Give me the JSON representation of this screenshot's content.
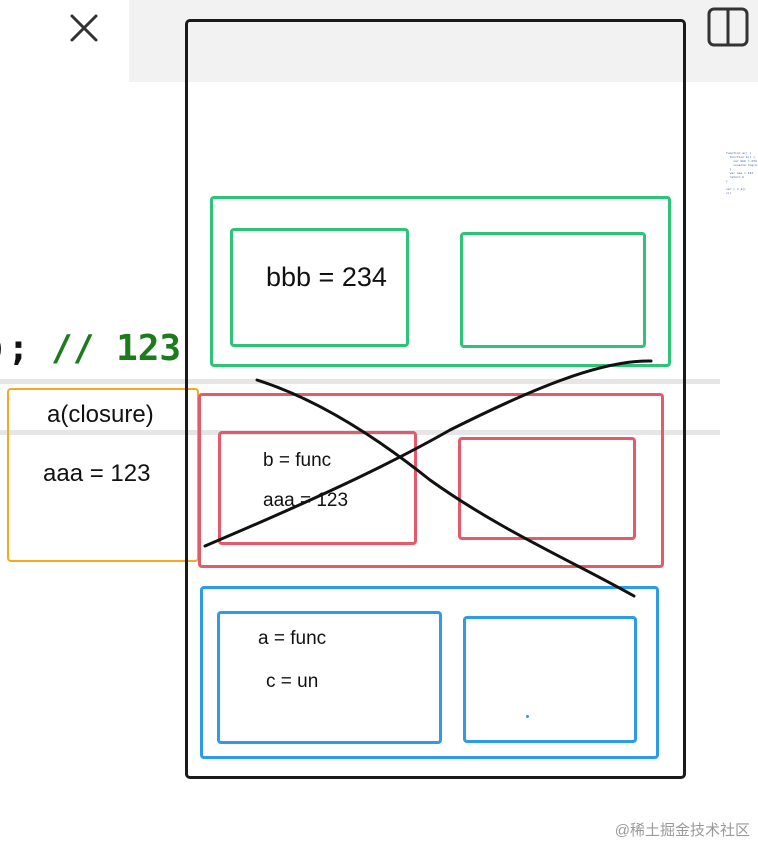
{
  "code": {
    "semicolon": ");",
    "comment": "// 123"
  },
  "minicode": "function a() {\n  function b() {\n    var bbb = 234\n    console.log(a\n  }\n  var aaa = 123\n  return b\n}\n\nvar c = a()\nc()",
  "closure": {
    "title": "a(closure)",
    "var": "aaa = 123"
  },
  "green_frame": {
    "var": "bbb = 234"
  },
  "red_frame": {
    "line1": "b = func",
    "line2": "aaa = 123"
  },
  "blue_frame": {
    "line1": "a = func",
    "line2": "c = un"
  },
  "watermark": "@稀土掘金技术社区",
  "colors": {
    "green": "#2ec27a",
    "red": "#e55a6a",
    "blue": "#2e9be6",
    "orange": "#f4a920",
    "code_comment": "#1c7c1c"
  },
  "icons": {
    "close": "close-icon",
    "split": "split-view-icon"
  }
}
